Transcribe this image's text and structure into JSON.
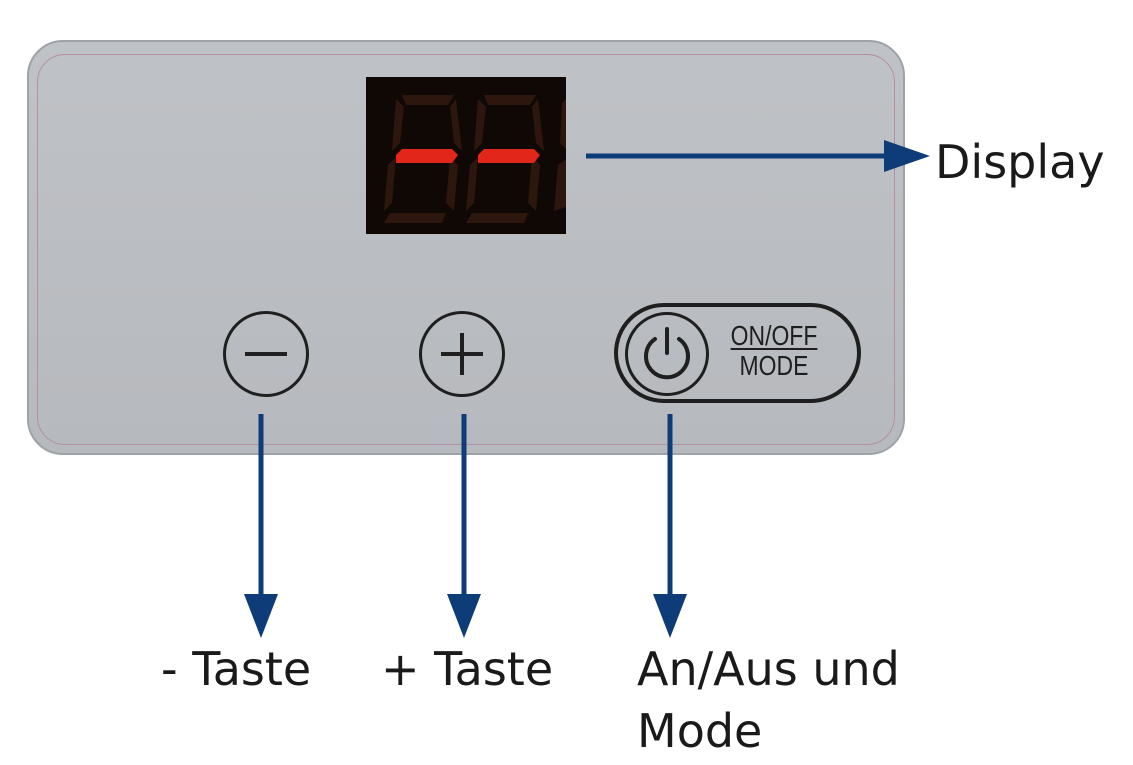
{
  "colors": {
    "panel": "#bbbec2",
    "display_background": "#0f0805",
    "segment_active": "#e3261a",
    "segment_inactive": "#2c160d",
    "arrow": "#0e3c78",
    "button_outline": "#1f1f1f"
  },
  "display": {
    "digits_shown": "--"
  },
  "buttons": {
    "minus_icon": "minus-icon",
    "plus_icon": "plus-icon",
    "power_icon": "power-icon",
    "power_mode_line1": "ON/OFF",
    "power_mode_line2": "MODE"
  },
  "labels": {
    "display": "Display",
    "minus": "- Taste",
    "plus": "+ Taste",
    "power": "An/Aus und Mode"
  }
}
